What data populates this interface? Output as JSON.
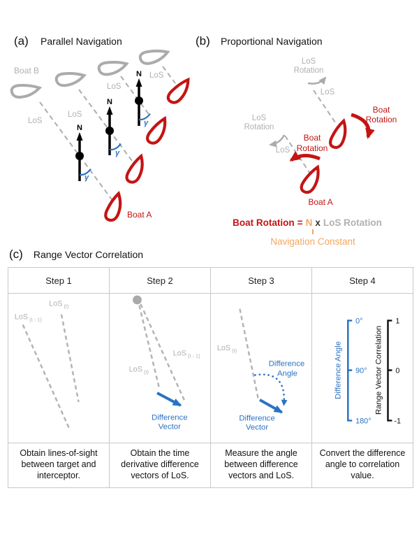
{
  "colors": {
    "red": "#c41414",
    "gray_shape": "#ababab",
    "gray_text": "#b0b0b0",
    "blue": "#2b72c2",
    "orange": "#f5a661",
    "dark_text": "#111111",
    "table_border": "#c8c8c8"
  },
  "panel_a": {
    "tag": "(a)",
    "title": "Parallel Navigation",
    "boat_b": "Boat B",
    "boat_a": "Boat A",
    "los": "LoS",
    "north": "N",
    "gamma": "γ"
  },
  "panel_b": {
    "tag": "(b)",
    "title": "Proportional Navigation",
    "los": "LoS",
    "los_rotation_l1": "LoS",
    "los_rotation_l2": "Rotation",
    "boat_rotation_l1": "Boat",
    "boat_rotation_l2": "Rotation",
    "boat_a": "Boat A",
    "equation": {
      "lhs": "Boat Rotation",
      "eq": "=",
      "n": "N",
      "times": "x",
      "rhs": "LoS Rotation",
      "annotation": "Navigation Constant"
    }
  },
  "panel_c": {
    "tag": "(c)",
    "title": "Range Vector Correlation",
    "labels": {
      "los": "LoS",
      "sub_t": "(t)",
      "sub_t_minus_1": "(t - 1)",
      "difference": "Difference",
      "vector": "Vector",
      "angle": "Angle"
    },
    "axis": {
      "angle_title": "Difference Angle",
      "angle_ticks": [
        "0°",
        "90°",
        "180°"
      ],
      "corr_title": "Range Vector Correlation",
      "corr_ticks": [
        "1",
        "0",
        "-1"
      ]
    },
    "steps": [
      {
        "header": "Step 1",
        "caption": "Obtain lines-of-sight between target and interceptor."
      },
      {
        "header": "Step 2",
        "caption": "Obtain the time derivative difference vectors of LoS."
      },
      {
        "header": "Step 3",
        "caption": "Measure the angle between difference vectors and LoS."
      },
      {
        "header": "Step 4",
        "caption": "Convert the difference angle to correlation value."
      }
    ]
  }
}
